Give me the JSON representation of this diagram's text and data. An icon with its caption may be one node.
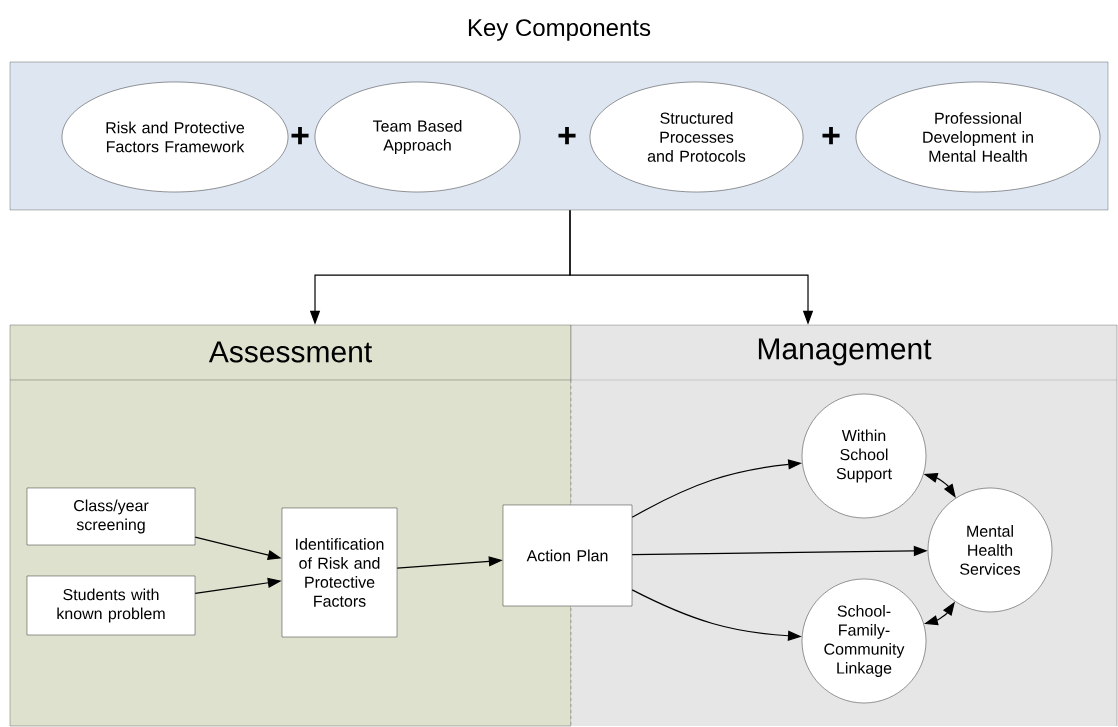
{
  "diagram": {
    "nodes": [
      {
        "text": [
          "Key Components"
        ]
      },
      {
        "text": [
          "Risk and Protective Factors Framework"
        ],
        "in": 0
      },
      {
        "text": [
          "Team Based Approach"
        ],
        "in": 0
      },
      {
        "text": [
          "Structured Processes and Protocols"
        ],
        "in": 0
      },
      {
        "text": [
          "Professional Development in Mental Health"
        ],
        "in": 0
      },
      {
        "text": [
          "Assessment"
        ]
      },
      {
        "text": [
          "Management"
        ]
      },
      {
        "text": [
          "Class/year screening"
        ],
        "in": 5
      },
      {
        "text": [
          "Students with known problem"
        ],
        "in": 5
      },
      {
        "text": [
          "Identification of Risk and Protective Factors"
        ],
        "in": 5
      },
      {
        "text": [
          "Action Plan"
        ]
      },
      {
        "text": [
          "Within School Support"
        ],
        "in": 6
      },
      {
        "text": [
          "Mental Health Services"
        ],
        "in": 6
      },
      {
        "text": [
          "School-Family-Community Linkage"
        ],
        "in": 6
      }
    ],
    "edges": [
      {
        "from": 0,
        "to": 5,
        "arrow": "to"
      },
      {
        "from": 0,
        "to": 6,
        "arrow": "to"
      },
      {
        "from": 7,
        "to": 9,
        "arrow": "to"
      },
      {
        "from": 8,
        "to": 9,
        "arrow": "to"
      },
      {
        "from": 9,
        "to": 10,
        "arrow": "to"
      },
      {
        "from": 10,
        "to": 11,
        "arrow": "to"
      },
      {
        "from": 10,
        "to": 12,
        "arrow": "to"
      },
      {
        "from": 10,
        "to": 13,
        "arrow": "to"
      },
      {
        "from": 11,
        "to": 12,
        "arrow": "both"
      },
      {
        "from": 13,
        "to": 12,
        "arrow": "both"
      }
    ],
    "labels": [
      "+",
      "+",
      "+"
    ]
  }
}
